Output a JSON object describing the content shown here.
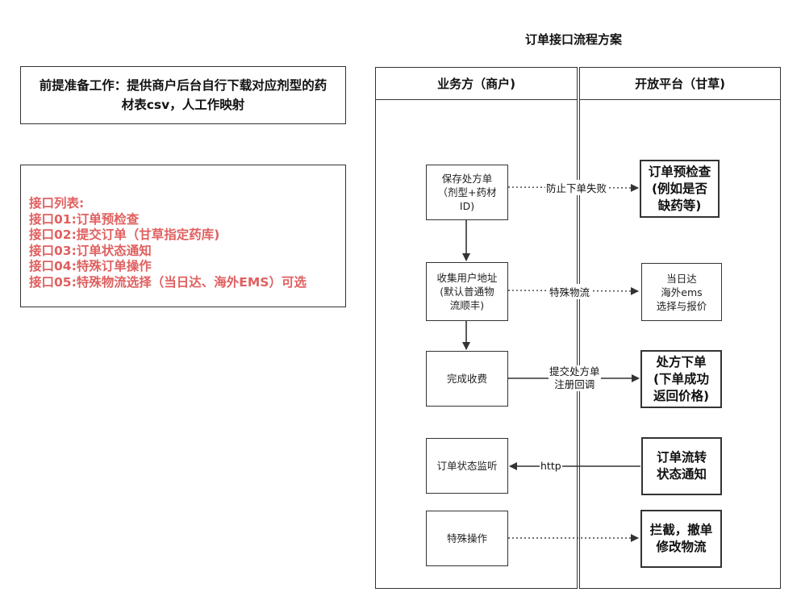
{
  "title": "订单接口流程方案",
  "prereq": {
    "line1": "前提准备工作：提供商户后台自行下载对应剂型的药",
    "line2": "材表csv，人工作映射"
  },
  "api_list": {
    "heading": "接口列表:",
    "items": [
      "接口01:订单预检查",
      "接口02:提交订单（甘草指定药库)",
      "接口03:订单状态通知",
      "接口04:特殊订单操作",
      "接口05:特殊物流选择（当日达、海外EMS）可选"
    ],
    "color": "#e06060"
  },
  "lanes": {
    "merchant": "业务方（商户)",
    "platform": "开放平台（甘草)"
  },
  "merchant_nodes": {
    "save_rx": [
      "保存处方单",
      "（剂型+药材",
      "ID)"
    ],
    "collect_addr": [
      "收集用户地址",
      "(默认普通物",
      "流顺丰)"
    ],
    "finish_pay": "完成收费",
    "order_monitor": "订单状态监听",
    "special_op": "特殊操作"
  },
  "platform_nodes": {
    "precheck": [
      "订单预检查",
      "(例如是否",
      "缺药等)"
    ],
    "same_day": [
      "当日达",
      "海外ems",
      "选择与报价"
    ],
    "place_order": [
      "处方下单",
      "(下单成功",
      "返回价格)"
    ],
    "status_notify": [
      "订单流转",
      "状态通知"
    ],
    "intercept": [
      "拦截，撤单",
      "修改物流"
    ]
  },
  "edges": {
    "prevent_fail": "防止下单失败",
    "special_logistics": "特殊物流",
    "submit_rx_line1": "提交处方单",
    "submit_rx_line2": "注册回调",
    "http": "http"
  }
}
